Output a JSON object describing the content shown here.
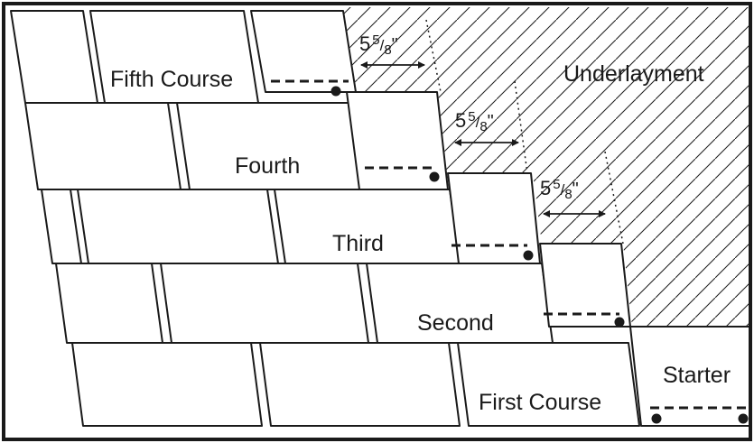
{
  "labels": {
    "fifth": "Fifth Course",
    "fourth": "Fourth",
    "third": "Third",
    "second": "Second",
    "first": "First Course",
    "starter": "Starter",
    "underlayment": "Underlayment"
  },
  "exposure": {
    "whole": "5",
    "numerator": "5",
    "denominator": "8",
    "inch_mark": "\""
  },
  "colors": {
    "line": "#1a1a1a",
    "background": "#ffffff"
  }
}
